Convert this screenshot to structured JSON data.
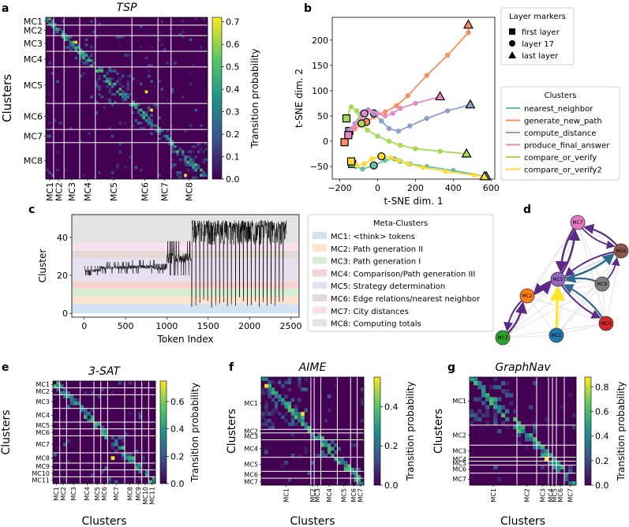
{
  "panel_letters": {
    "a": "a",
    "b": "b",
    "c": "c",
    "d": "d",
    "e": "e",
    "f": "f",
    "g": "g"
  },
  "colormap": [
    "#440154",
    "#3b528b",
    "#21918c",
    "#5ec962",
    "#fde725"
  ],
  "chart_data": [
    {
      "id": "a",
      "type": "heatmap",
      "title": "TSP",
      "xlabel": "",
      "ylabel": "Clusters",
      "clusters": [
        "MC1",
        "MC2",
        "MC3",
        "MC4",
        "MC5",
        "MC6",
        "MC7",
        "MC8"
      ],
      "colorbar": {
        "label": "Transition probability",
        "ticks": [
          "0.0",
          "0.1",
          "0.2",
          "0.3",
          "0.4",
          "0.5",
          "0.6",
          "0.7"
        ],
        "range": [
          0,
          0.72
        ]
      }
    },
    {
      "id": "b",
      "type": "line",
      "title": "",
      "xlabel": "t-SNE dim. 1",
      "ylabel": "t-SNE dim. 2",
      "xlim": [
        -240,
        620
      ],
      "ylim": [
        -75,
        245
      ],
      "xticks": [
        -200,
        0,
        200,
        400,
        600
      ],
      "yticks": [
        -50,
        0,
        50,
        100,
        150,
        200
      ],
      "marker_legend": {
        "title": "Layer markers",
        "items": [
          {
            "label": "first layer",
            "marker": "square"
          },
          {
            "label": "layer 17",
            "marker": "circle"
          },
          {
            "label": "last layer",
            "marker": "triangle"
          }
        ]
      },
      "legend_title": "Clusters",
      "series": [
        {
          "name": "nearest_neighbor",
          "color": "#66c2a5",
          "points": [
            [
              -135,
              -45
            ],
            [
              -115,
              -50
            ],
            [
              -80,
              -55
            ],
            [
              -20,
              -48
            ],
            [
              40,
              -38
            ],
            [
              90,
              -35
            ],
            [
              120,
              -40
            ],
            [
              170,
              -45
            ],
            [
              260,
              -50
            ],
            [
              400,
              -58
            ],
            [
              575,
              -70
            ]
          ]
        },
        {
          "name": "generate_new_path",
          "color": "#fc8d62",
          "points": [
            [
              -175,
              -2
            ],
            [
              -150,
              10
            ],
            [
              -120,
              25
            ],
            [
              -90,
              32
            ],
            [
              -60,
              38
            ],
            [
              -20,
              48
            ],
            [
              40,
              58
            ],
            [
              100,
              70
            ],
            [
              160,
              90
            ],
            [
              260,
              130
            ],
            [
              370,
              170
            ],
            [
              480,
              215
            ],
            [
              480,
              230
            ]
          ]
        },
        {
          "name": "compute_distance",
          "color": "#8da0cb",
          "points": [
            [
              -150,
              20
            ],
            [
              -120,
              35
            ],
            [
              -85,
              55
            ],
            [
              -50,
              62
            ],
            [
              -20,
              55
            ],
            [
              20,
              40
            ],
            [
              60,
              25
            ],
            [
              110,
              20
            ],
            [
              170,
              30
            ],
            [
              260,
              45
            ],
            [
              370,
              60
            ],
            [
              490,
              72
            ]
          ]
        },
        {
          "name": "produce_final_answer",
          "color": "#e78ac3",
          "points": [
            [
              -155,
              12
            ],
            [
              -135,
              25
            ],
            [
              -110,
              35
            ],
            [
              -90,
              45
            ],
            [
              -70,
              55
            ],
            [
              -40,
              60
            ],
            [
              0,
              55
            ],
            [
              40,
              50
            ],
            [
              80,
              55
            ],
            [
              120,
              65
            ],
            [
              200,
              75
            ],
            [
              330,
              88
            ]
          ]
        },
        {
          "name": "compare_or_verify",
          "color": "#a6d854",
          "points": [
            [
              -165,
              45
            ],
            [
              -140,
              68
            ],
            [
              -110,
              60
            ],
            [
              -85,
              35
            ],
            [
              -55,
              22
            ],
            [
              0,
              10
            ],
            [
              60,
              0
            ],
            [
              120,
              -8
            ],
            [
              200,
              -15
            ],
            [
              330,
              -20
            ],
            [
              470,
              -25
            ]
          ]
        },
        {
          "name": "compare_or_verify2",
          "color": "#ffd92f",
          "points": [
            [
              -140,
              -40
            ],
            [
              -110,
              -48
            ],
            [
              -70,
              -45
            ],
            [
              -30,
              -35
            ],
            [
              20,
              -30
            ],
            [
              70,
              -33
            ],
            [
              110,
              -38
            ],
            [
              160,
              -45
            ],
            [
              240,
              -52
            ],
            [
              360,
              -60
            ],
            [
              510,
              -67
            ],
            [
              565,
              -70
            ]
          ]
        }
      ]
    },
    {
      "id": "c",
      "type": "line",
      "title": "",
      "xlabel": "Token Index",
      "ylabel": "Cluster",
      "xlim": [
        -150,
        2600
      ],
      "ylim": [
        -2,
        52
      ],
      "xticks": [
        0,
        500,
        1000,
        1500,
        2000,
        2500
      ],
      "yticks": [
        0,
        20,
        40
      ],
      "legend_title": "Meta-Clusters",
      "bands": [
        {
          "label": "MC1: <think> tokens",
          "color": "#cfe3f2",
          "y0": 0,
          "y1": 5
        },
        {
          "label": "MC2: Path generation II",
          "color": "#fde3cc",
          "y0": 5,
          "y1": 9
        },
        {
          "label": "MC3: Path generation I",
          "color": "#d6eed2",
          "y0": 9,
          "y1": 13
        },
        {
          "label": "MC4: Comparison/Path generation III",
          "color": "#f6d3d3",
          "y0": 13,
          "y1": 17
        },
        {
          "label": "MC5: Strategy determination",
          "color": "#e6e0f1",
          "y0": 17,
          "y1": 29
        },
        {
          "label": "MC6: Edge relations/nearest neighbor",
          "color": "#e5d9d5",
          "y0": 29,
          "y1": 33
        },
        {
          "label": "MC7: City distances",
          "color": "#f9e0ef",
          "y0": 33,
          "y1": 37
        },
        {
          "label": "MC8: Computing totals",
          "color": "#e3e3e3",
          "y0": 37,
          "y1": 52
        }
      ],
      "segments": [
        {
          "x": [
            0,
            200
          ],
          "low": 20,
          "high": 25
        },
        {
          "x": [
            200,
            550
          ],
          "low": 21,
          "high": 27
        },
        {
          "x": [
            550,
            850
          ],
          "low": 21,
          "high": 28
        },
        {
          "x": [
            850,
            1000
          ],
          "low": 21,
          "high": 26
        },
        {
          "x": [
            1000,
            1300
          ],
          "low": 20,
          "high": 38
        },
        {
          "x": [
            1300,
            2450
          ],
          "low": 3,
          "high": 49
        }
      ]
    },
    {
      "id": "d",
      "type": "diagram",
      "title": "",
      "nodes": [
        {
          "label": "MC7",
          "color": "#e377c2"
        },
        {
          "label": "MC6",
          "color": "#8c564b"
        },
        {
          "label": "MC5",
          "color": "#9467bd"
        },
        {
          "label": "MC8",
          "color": "#7f7f7f"
        },
        {
          "label": "MC2",
          "color": "#ff7f0e"
        },
        {
          "label": "MC4",
          "color": "#d62728"
        },
        {
          "label": "MC3",
          "color": "#2ca02c"
        },
        {
          "label": "MC1",
          "color": "#1f77b4"
        }
      ]
    },
    {
      "id": "e",
      "type": "heatmap",
      "title": "3-SAT",
      "xlabel": "Clusters",
      "ylabel": "Clusters",
      "clusters": [
        "MC1",
        "MC2",
        "MC3",
        "MC4",
        "MC5",
        "MC6",
        "MC7",
        "MC8",
        "MC9",
        "MC10",
        "MC11"
      ],
      "colorbar": {
        "label": "Transition probability",
        "ticks": [
          "0.0",
          "0.2",
          "0.4",
          "0.6"
        ],
        "range": [
          0,
          0.75
        ]
      }
    },
    {
      "id": "f",
      "type": "heatmap",
      "title": "AIME",
      "xlabel": "Clusters",
      "ylabel": "Clusters",
      "clusters": [
        "MC1",
        "MC2",
        "MC3",
        "MC4",
        "MC5",
        "MC6",
        "MC7"
      ],
      "colorbar": {
        "label": "Transition probability",
        "ticks": [
          "0.0",
          "0.2",
          "0.4"
        ],
        "range": [
          0,
          0.55
        ]
      }
    },
    {
      "id": "g",
      "type": "heatmap",
      "title": "GraphNav",
      "xlabel": "Clusters",
      "ylabel": "Clusters",
      "clusters": [
        "MC1",
        "MC2",
        "MC3",
        "MC4",
        "MC5",
        "MC6",
        "MC7"
      ],
      "colorbar": {
        "label": "Transition probability",
        "ticks": [
          "0.0",
          "0.2",
          "0.4",
          "0.6",
          "0.8"
        ],
        "range": [
          0,
          0.88
        ]
      }
    }
  ]
}
